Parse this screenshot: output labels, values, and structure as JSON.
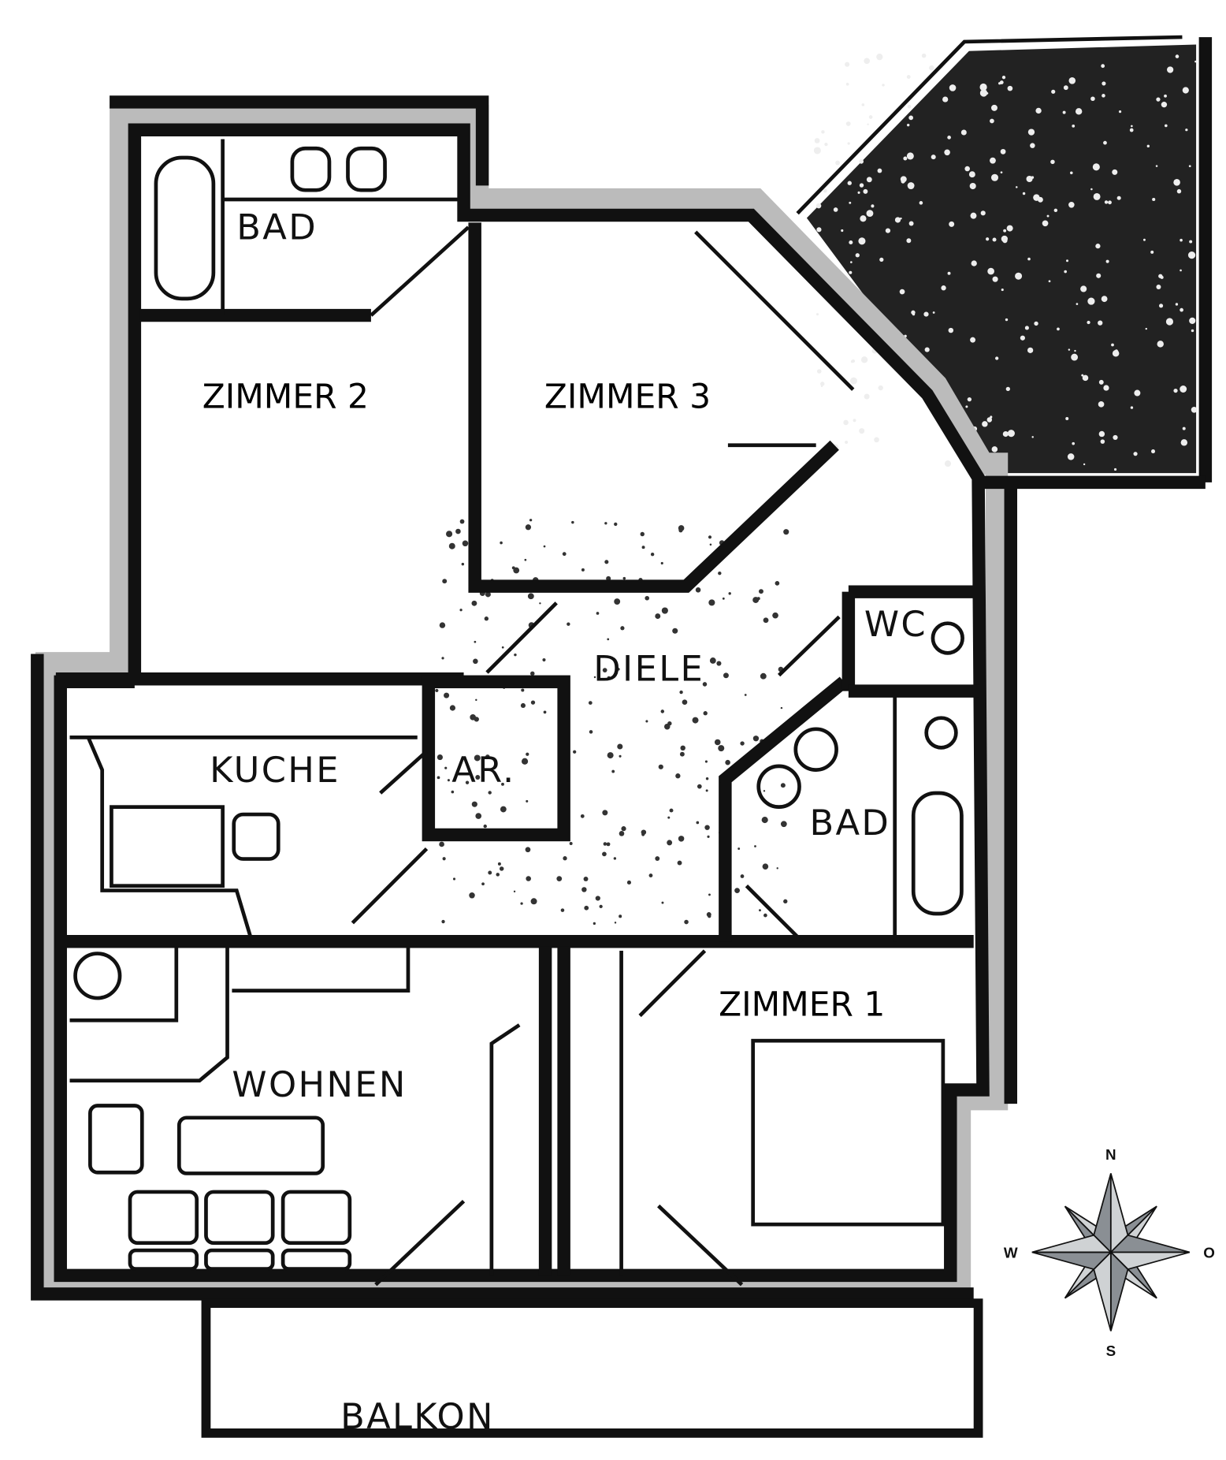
{
  "plan": {
    "rooms": {
      "bad_top": "BAD",
      "zimmer2": "ZIMMER 2",
      "zimmer3": "ZIMMER 3",
      "diele": "DIELE",
      "wc": "WC",
      "kueche": "KUCHE",
      "ar": "AR.",
      "bad_right": "BAD",
      "wohnen": "WOHNEN",
      "zimmer1": "ZIMMER 1",
      "balkon": "BALKON"
    }
  },
  "compass": {
    "n": "N",
    "s": "S",
    "w": "W",
    "o": "O",
    "dark": "#8a8f94",
    "light": "#cfd2d4"
  }
}
